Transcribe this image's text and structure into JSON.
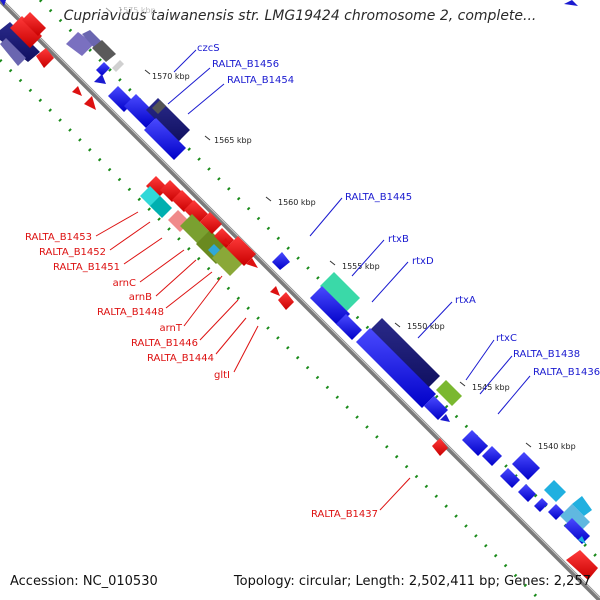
{
  "title": "Cupriavidus taiwanensis str. LMG19424 chromosome 2, complete...",
  "footer": {
    "accession": "Accession: NC_010530",
    "topology": "Topology: circular; Length: 2,502,411 bp; Genes: 2,257"
  },
  "colors": {
    "backbone": "#808080",
    "forward_label": "#1a1ad0",
    "reverse_label": "#dd1111",
    "tick_dots": "#1a8a1a"
  },
  "ticks": [
    {
      "label": "1575 kbp"
    },
    {
      "label": "1570 kbp"
    },
    {
      "label": "1565 kbp"
    },
    {
      "label": "1560 kbp"
    },
    {
      "label": "1555 kbp"
    },
    {
      "label": "1550 kbp"
    },
    {
      "label": "1545 kbp"
    },
    {
      "label": "1540 kbp"
    }
  ],
  "forward_labels": [
    {
      "name": "czcS"
    },
    {
      "name": "RALTA_B1456"
    },
    {
      "name": "RALTA_B1454"
    },
    {
      "name": "RALTA_B1445"
    },
    {
      "name": "rtxB"
    },
    {
      "name": "rtxD"
    },
    {
      "name": "rtxA"
    },
    {
      "name": "rtxC"
    },
    {
      "name": "RALTA_B1438"
    },
    {
      "name": "RALTA_B1436"
    }
  ],
  "reverse_labels": [
    {
      "name": "RALTA_B1453"
    },
    {
      "name": "RALTA_B1452"
    },
    {
      "name": "RALTA_B1451"
    },
    {
      "name": "arnC"
    },
    {
      "name": "arnB"
    },
    {
      "name": "RALTA_B1448"
    },
    {
      "name": "arnT"
    },
    {
      "name": "RALTA_B1446"
    },
    {
      "name": "RALTA_B1444"
    },
    {
      "name": "gltI"
    },
    {
      "name": "RALTA_B1437"
    }
  ]
}
